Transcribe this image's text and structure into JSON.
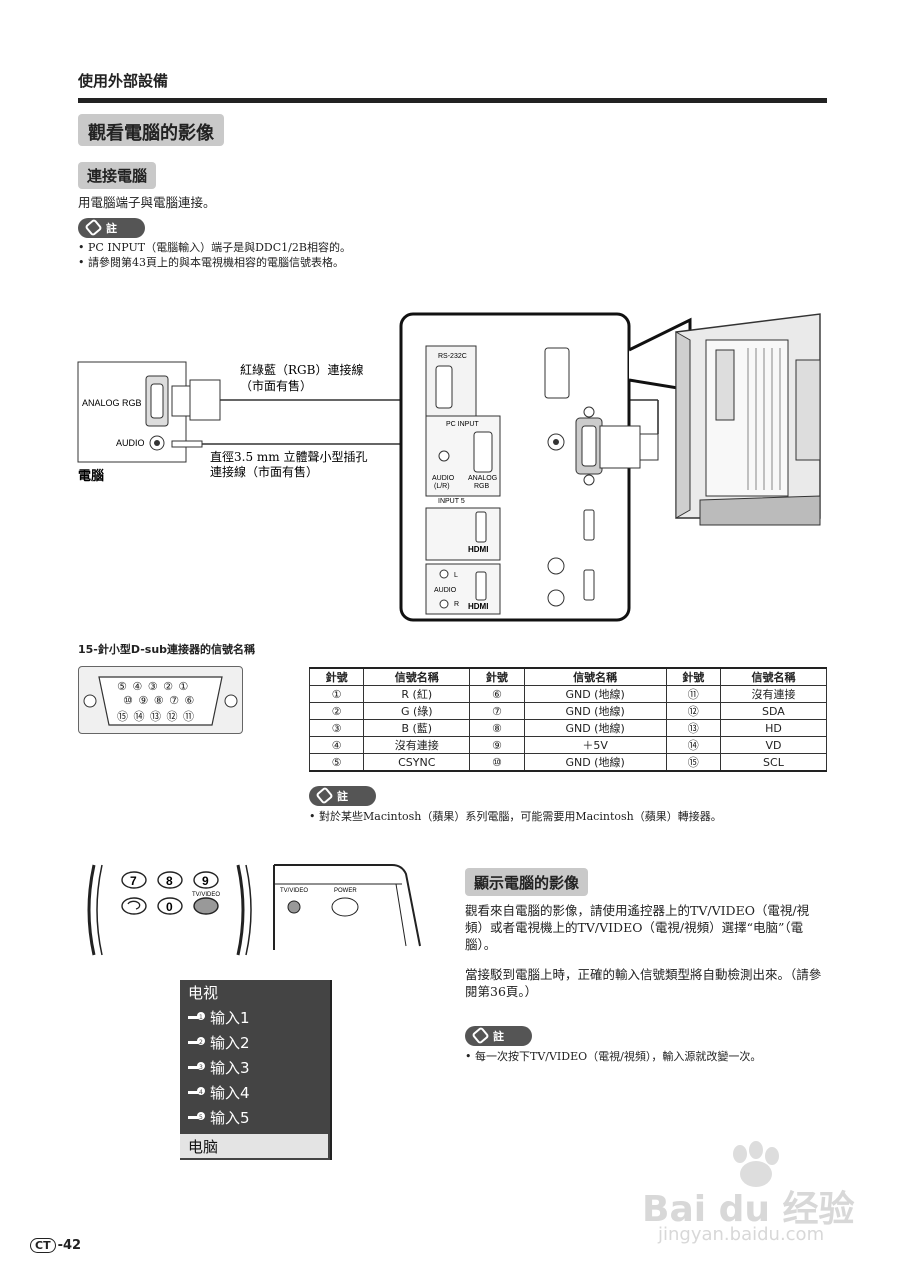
{
  "header": {
    "section": "使用外部設備"
  },
  "title": "觀看電腦的影像",
  "connect": {
    "heading": "連接電腦",
    "intro": "用電腦端子與電腦連接。",
    "note_label": "註",
    "notes": [
      "PC INPUT（電腦輸入）端子是與DDC1/2B相容的。",
      "請參閱第43頁上的與本電視機相容的電腦信號表格。"
    ]
  },
  "diagram": {
    "pc_port_rgb": "ANALOG RGB",
    "pc_port_audio": "AUDIO",
    "pc_label": "電腦",
    "cable_rgb_1": "紅綠藍（RGB）連接線",
    "cable_rgb_2": "（市面有售）",
    "cable_audio_1": "直徑3.5  mm  立體聲小型插孔",
    "cable_audio_2": "連接線（市面有售）",
    "panel_rs232": "RS-232C",
    "panel_pc_input": "PC INPUT",
    "panel_audio_lr_1": "AUDIO",
    "panel_audio_lr_2": "(L/R)",
    "panel_analog_1": "ANALOG",
    "panel_analog_2": "RGB",
    "panel_input5": "INPUT 5",
    "panel_hdmi_1": "HDMI",
    "panel_hdmi_2": "HDMI",
    "panel_audio_v": "AUDIO",
    "panel_l": "L",
    "panel_r": "R"
  },
  "pin_section": {
    "title": "15-針小型D-sub連接器的信號名稱",
    "connector_row1": "⑤ ④ ③ ② ①",
    "connector_row2": "⑩ ⑨ ⑧ ⑦ ⑥",
    "connector_row3": "⑮ ⑭ ⑬ ⑫ ⑪",
    "headers": [
      "針號",
      "信號名稱",
      "針號",
      "信號名稱",
      "針號",
      "信號名稱"
    ],
    "rows": [
      [
        "①",
        "R (紅)",
        "⑥",
        "GND (地線)",
        "⑪",
        "沒有連接"
      ],
      [
        "②",
        "G (綠)",
        "⑦",
        "GND (地線)",
        "⑫",
        "SDA"
      ],
      [
        "③",
        "B (藍)",
        "⑧",
        "GND (地線)",
        "⑬",
        "HD"
      ],
      [
        "④",
        "沒有連接",
        "⑨",
        "＋5V",
        "⑭",
        "VD"
      ],
      [
        "⑤",
        "CSYNC",
        "⑩",
        "GND (地線)",
        "⑮",
        "SCL"
      ]
    ],
    "note_label": "註",
    "note": "對於某些Macintosh（蘋果）系列電腦，可能需要用Macintosh（蘋果）轉接器。"
  },
  "remote": {
    "key7": "7",
    "key8": "8",
    "key9": "9",
    "key0": "0",
    "tvvideo_label": "TV/VIDEO",
    "panel_tvvideo": "TV/VIDEO",
    "panel_power": "POWER"
  },
  "menu": {
    "items": [
      "电视",
      "输入1",
      "输入2",
      "输入3",
      "输入4",
      "输入5",
      "电脑"
    ],
    "badges": [
      "1",
      "2",
      "3",
      "4",
      "5"
    ]
  },
  "display": {
    "heading": "顯示電腦的影像",
    "para1": "觀看來自電腦的影像，請使用遙控器上的TV/VIDEO（電視/視頻）或者電視機上的TV/VIDEO（電視/視頻）選擇“电脑”（電腦）。",
    "para2": "當接駁到電腦上時，正確的輸入信號類型將自動檢測出來。（請參閱第36頁。）",
    "note_label": "註",
    "note": "每一次按下TV/VIDEO（電視/視頻），輸入源就改變一次。"
  },
  "footer": {
    "region": "CT",
    "page": "-42"
  },
  "watermark": {
    "brand": "Bai du 经验",
    "url": "jingyan.baidu.com"
  }
}
